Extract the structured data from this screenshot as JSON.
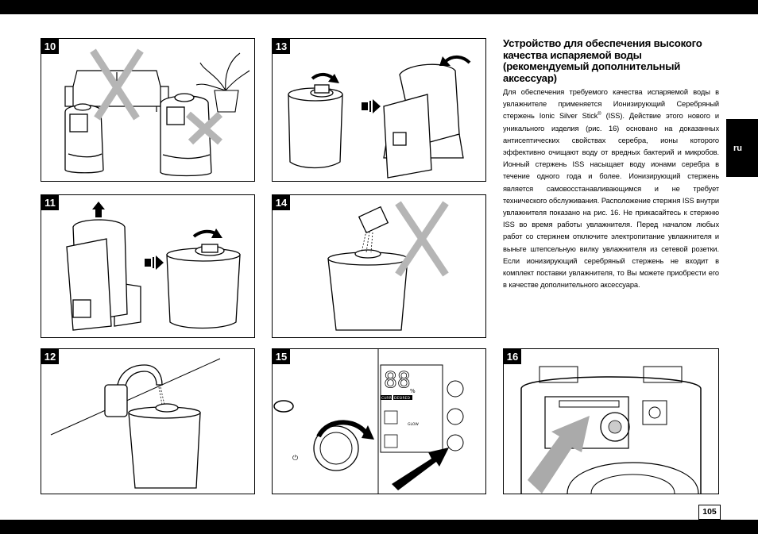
{
  "language_tab": "ru",
  "page_number": "105",
  "figures": [
    {
      "number": "10",
      "icon": "no-near-furniture-plants"
    },
    {
      "number": "13",
      "icon": "remove-tank-and-cap"
    },
    {
      "number": "11",
      "icon": "lift-tank-unscrew-cap"
    },
    {
      "number": "14",
      "icon": "no-additives-in-water"
    },
    {
      "number": "12",
      "icon": "fill-tank-from-tap"
    },
    {
      "number": "15",
      "icon": "control-knob-and-power-button"
    },
    {
      "number": "16",
      "icon": "ionic-silver-stick-location"
    }
  ],
  "section": {
    "title": "Устройство для обеспечения высокого качества испаряемой воды (рекомендуемый дополнительный аксессуар)",
    "body_pre": "Для обеспечения требуемого качества испаряемой воды в увлажнителе применяется Ионизирующий Серебряный стержень Ionic Silver Stick",
    "body_reg": "®",
    "body_post": " (ISS). Действие этого нового и уникального изделия (рис. 16) основано на доказанных антисептических свойствах серебра, ионы которого эффективно очищают воду от вредных бактерий и микробов. Ионный стержень ISS насыщает воду ионами серебра в течение одного года и более. Ионизирующий стержень является самовосстанавливающимся и не требует технического обслуживания. Расположение стержня ISS внутри увлажнителя показано на рис. 16. Не прикасайтесь к стержню ISS во время работы увлажнителя. Перед началом любых работ со стержнем отключите электропитание увлажнителя и выньте штепсельную вилку увлажнителя из сетевой розетки. Если ионизирующий серебряный стержень не входит в комплект поставки увлажнителя, то Вы можете приобрести его в качестве дополнительного аксессуара."
  },
  "display_panel": {
    "digits": "88",
    "percent_symbol": "%",
    "label_current": "CURRENT",
    "label_desired": "DESIRED",
    "label_glow": "GLOW"
  },
  "colors": {
    "bar": "#000000",
    "arrow_gray": "#aaaaaa",
    "cross_gray": "#b5b5b5"
  }
}
